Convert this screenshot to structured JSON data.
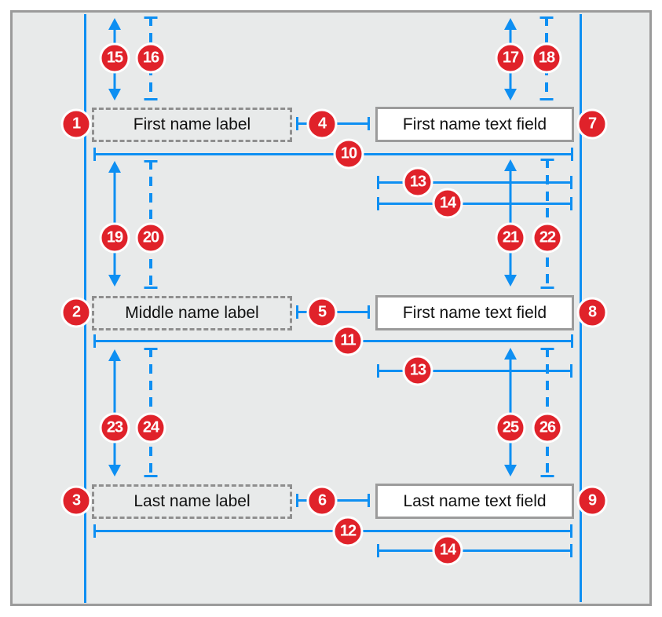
{
  "colors": {
    "blue": "#0E8FF2",
    "red": "#E0222A",
    "frame_border": "#9B9B9B",
    "frame_bg": "#E8EAEA",
    "box_border": "#9B9B9B",
    "dashed_border": "#8F8F8F"
  },
  "boxes": {
    "first_name_label": "First name label",
    "first_name_field": "First name text field",
    "middle_name_label": "Middle name label",
    "middle_name_field": "First name text field",
    "last_name_label": "Last name label",
    "last_name_field": "Last name text field"
  },
  "markers": {
    "m1": "1",
    "m2": "2",
    "m3": "3",
    "m4": "4",
    "m5": "5",
    "m6": "6",
    "m7": "7",
    "m8": "8",
    "m9": "9",
    "m10": "10",
    "m11": "11",
    "m12": "12",
    "m13a": "13",
    "m13b": "13",
    "m14a": "14",
    "m14b": "14",
    "m15": "15",
    "m16": "16",
    "m17": "17",
    "m18": "18",
    "m19": "19",
    "m20": "20",
    "m21": "21",
    "m22": "22",
    "m23": "23",
    "m24": "24",
    "m25": "25",
    "m26": "26"
  }
}
